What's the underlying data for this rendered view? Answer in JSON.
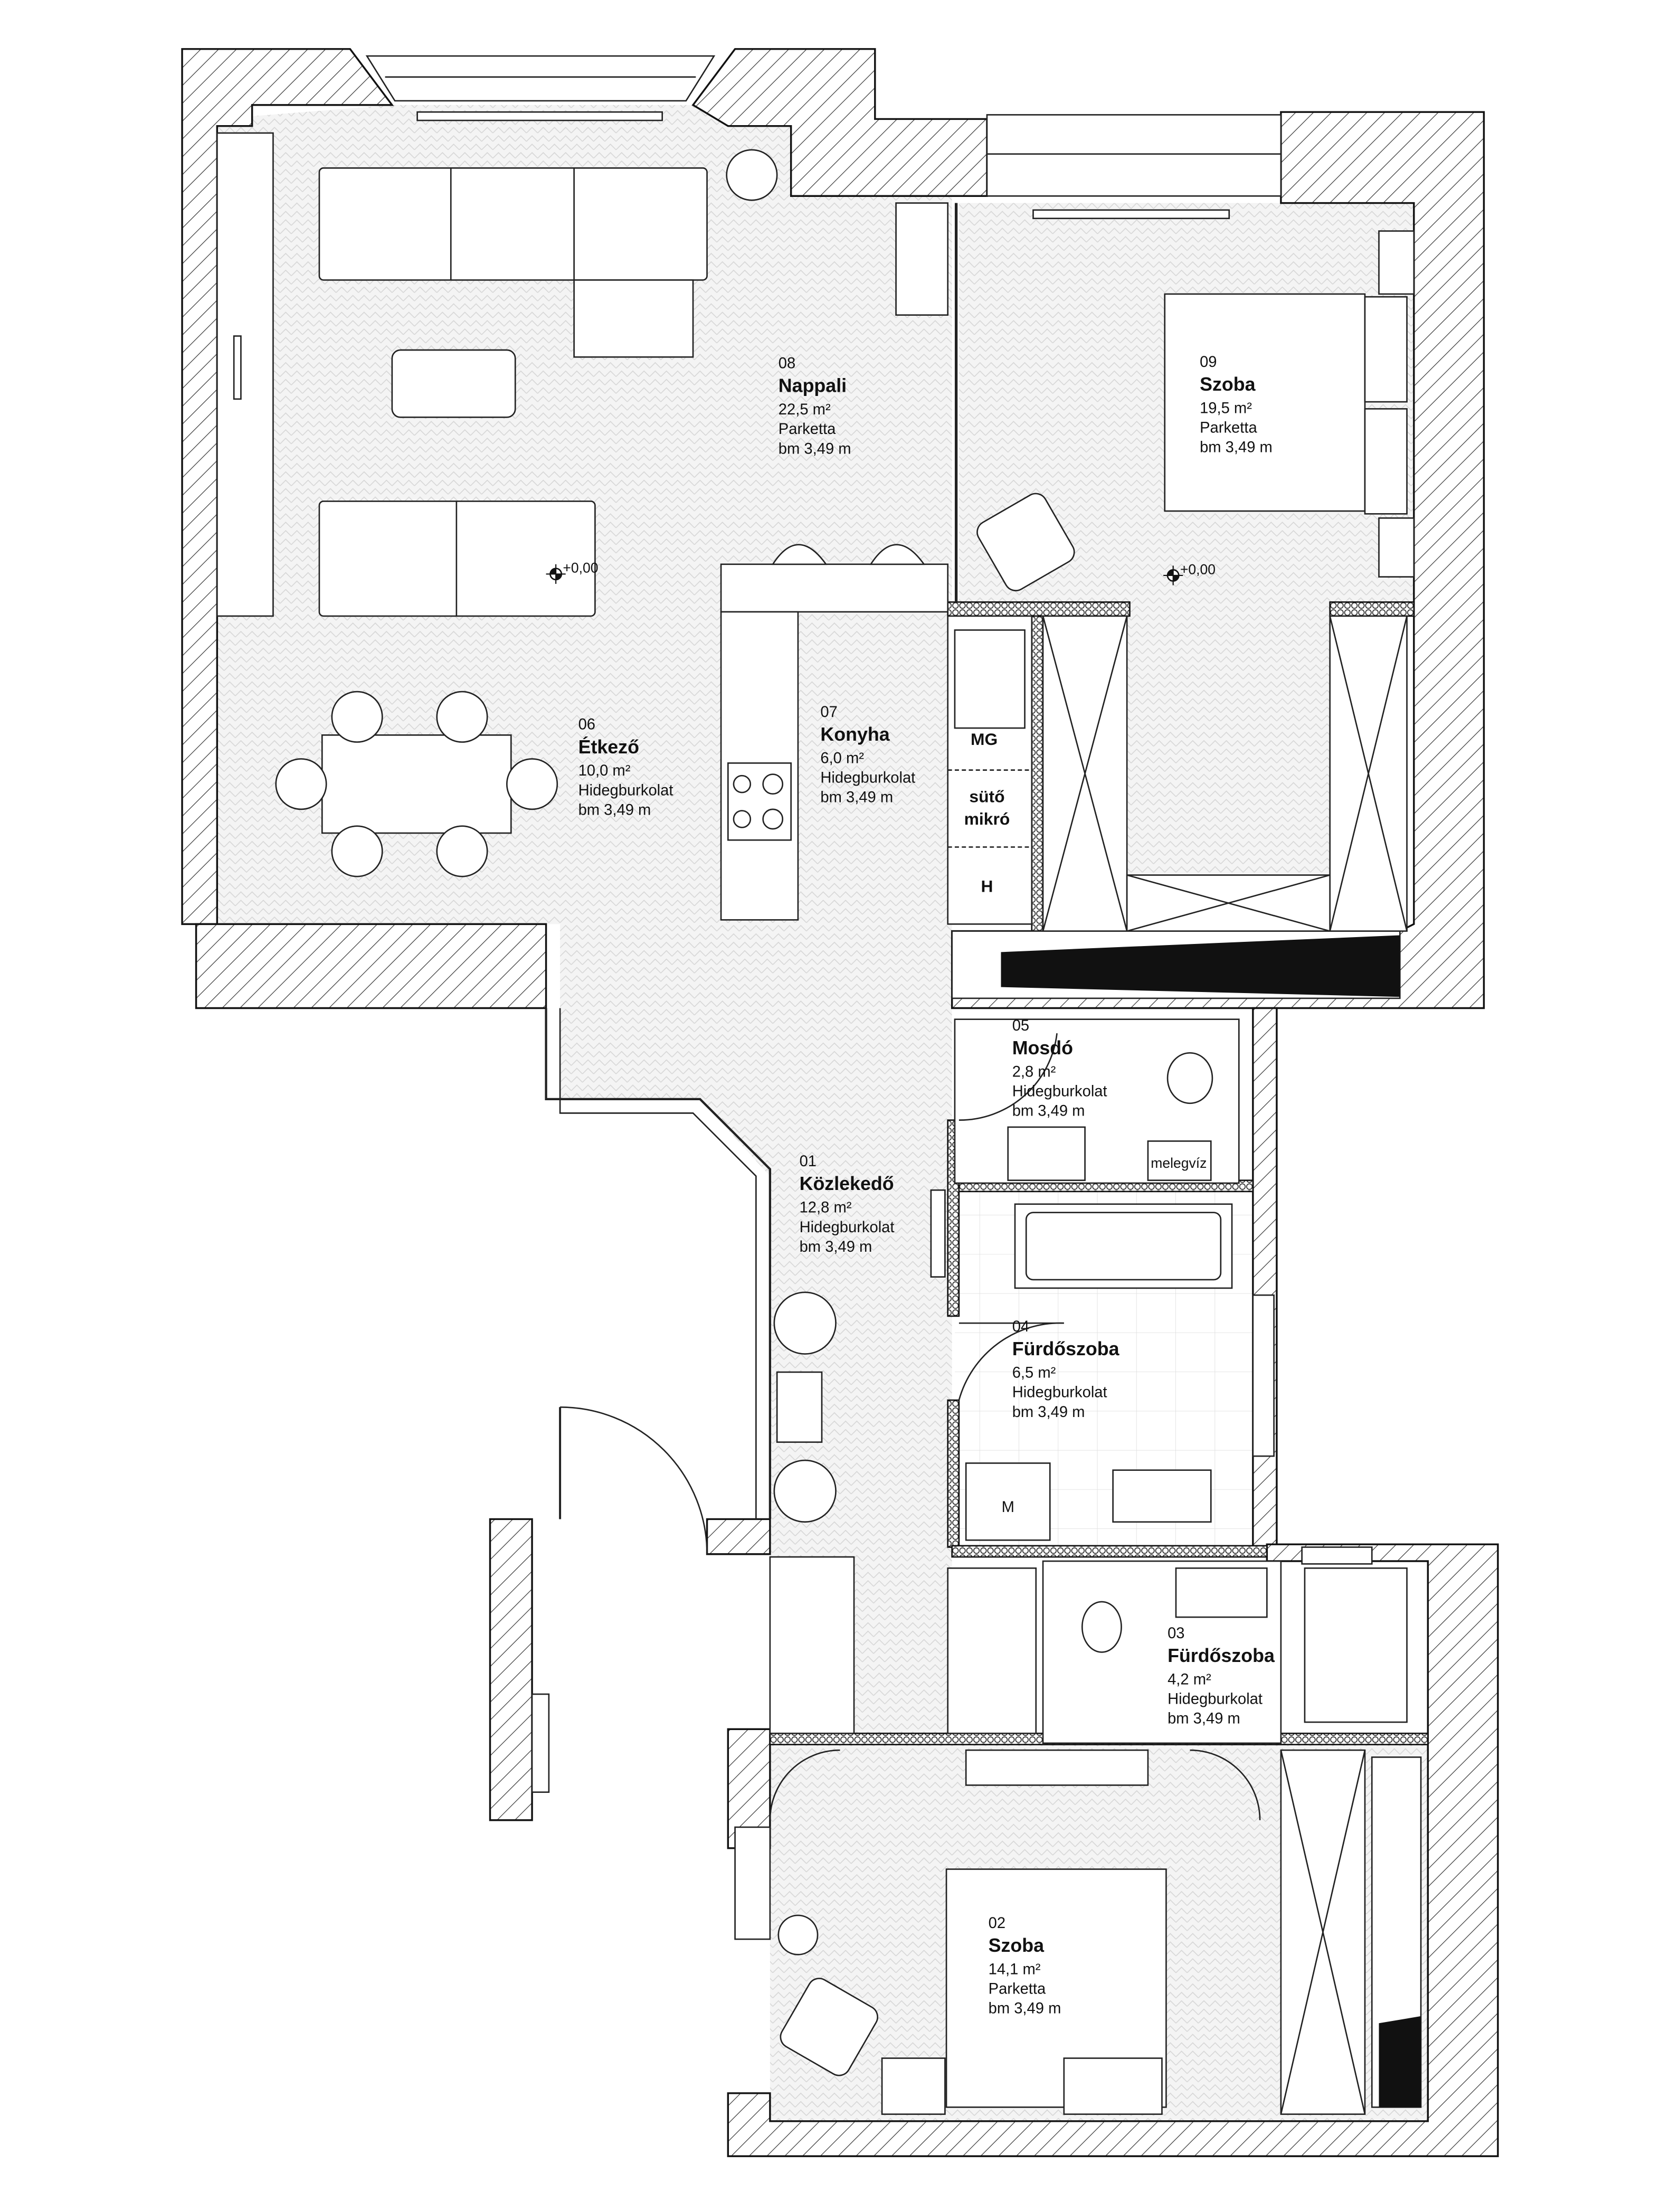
{
  "rooms": [
    {
      "number": "08",
      "name": "Nappali",
      "area": "22,5 m²",
      "floor": "Parketta",
      "height": "bm 3,49 m"
    },
    {
      "number": "09",
      "name": "Szoba",
      "area": "19,5 m²",
      "floor": "Parketta",
      "height": "bm 3,49 m"
    },
    {
      "number": "06",
      "name": "Étkező",
      "area": "10,0 m²",
      "floor": "Hidegburkolat",
      "height": "bm 3,49 m"
    },
    {
      "number": "07",
      "name": "Konyha",
      "area": "6,0 m²",
      "floor": "Hidegburkolat",
      "height": "bm 3,49 m"
    },
    {
      "number": "05",
      "name": "Mosdó",
      "area": "2,8 m²",
      "floor": "Hidegburkolat",
      "height": "bm 3,49 m"
    },
    {
      "number": "01",
      "name": "Közlekedő",
      "area": "12,8 m²",
      "floor": "Hidegburkolat",
      "height": "bm 3,49 m"
    },
    {
      "number": "04",
      "name": "Fürdőszoba",
      "area": "6,5 m²",
      "floor": "Hidegburkolat",
      "height": "bm 3,49 m"
    },
    {
      "number": "03",
      "name": "Fürdőszoba",
      "area": "4,2 m²",
      "floor": "Hidegburkolat",
      "height": "bm 3,49 m"
    },
    {
      "number": "02",
      "name": "Szoba",
      "area": "14,1 m²",
      "floor": "Parketta",
      "height": "bm 3,49 m"
    }
  ],
  "levels": [
    "+0,00",
    "+0,00"
  ],
  "appliances": {
    "dishwasher": "MG",
    "oven": "sütő",
    "microwave": "mikró",
    "fridge": "H",
    "water_heater": "melegvíz",
    "washing_machine": "M"
  }
}
